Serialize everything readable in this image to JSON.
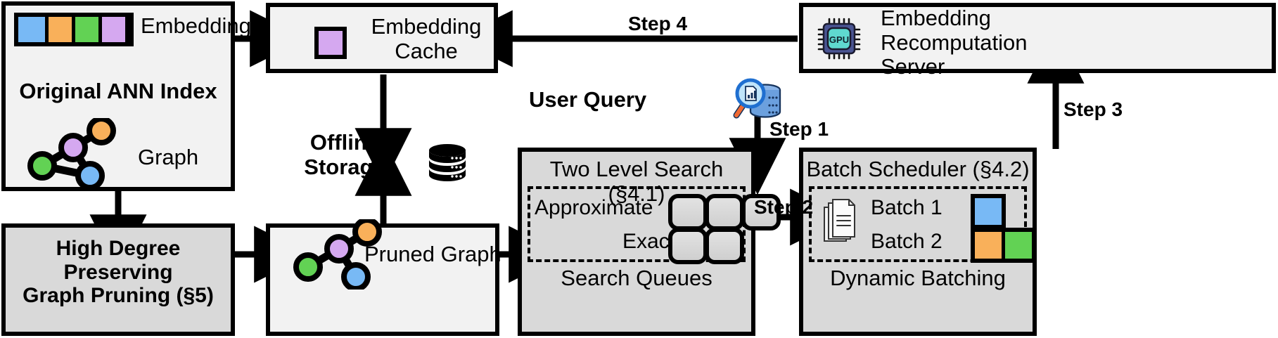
{
  "diagram": {
    "title": "ANN index serving architecture with embedding cache and batch scheduling",
    "colors": {
      "blue": "#78b9f5",
      "orange": "#f9b05a",
      "green": "#62d254",
      "purple": "#d5a8f0",
      "box_fill": "#f2f2f2",
      "shaded_fill": "#d9d9d9",
      "stroke": "#000000",
      "gpu_chip": "#4a5593",
      "gpu_core": "#5fd9cf"
    }
  },
  "original_index": {
    "embedding_label": "Embedding",
    "title": "Original ANN Index",
    "graph_label": "Graph",
    "embedding_swatches": [
      "blue",
      "orange",
      "green",
      "purple"
    ],
    "graph_nodes": [
      "orange",
      "purple",
      "green",
      "blue"
    ]
  },
  "embedding_cache": {
    "title": "Embedding\nCache",
    "swatch": "purple",
    "icon": "purple-square-icon"
  },
  "recomputation_server": {
    "title": "Embedding\nRecomputation\nServer",
    "icon": "gpu-chip-icon",
    "icon_text": "GPU"
  },
  "offline_storage": {
    "label": "Offline\nStorage",
    "icon": "database-cylinder-icon"
  },
  "graph_pruning": {
    "title": "High Degree Preserving\nGraph Pruning (§5)"
  },
  "pruned_graph": {
    "label": "Pruned Graph",
    "graph_nodes": [
      "orange",
      "purple",
      "green",
      "blue"
    ]
  },
  "user_query": {
    "label": "User Query",
    "icon": "search-database-icon"
  },
  "two_level_search": {
    "title": "Two Level Search (§4.1)",
    "footer": "Search Queues",
    "rows": [
      {
        "label": "Approximate",
        "slot_count": 3
      },
      {
        "label": "Exact",
        "slot_count": 2
      }
    ]
  },
  "batch_scheduler": {
    "title": "Batch Scheduler (§4.2)",
    "footer": "Dynamic Batching",
    "icon": "documents-stack-icon",
    "batches": [
      {
        "label": "Batch 1",
        "swatches": [
          "blue"
        ]
      },
      {
        "label": "Batch 2",
        "swatches": [
          "orange",
          "green"
        ]
      }
    ]
  },
  "steps": {
    "step1": "Step 1",
    "step2": "Step 2",
    "step3": "Step 3",
    "step4": "Step 4"
  }
}
